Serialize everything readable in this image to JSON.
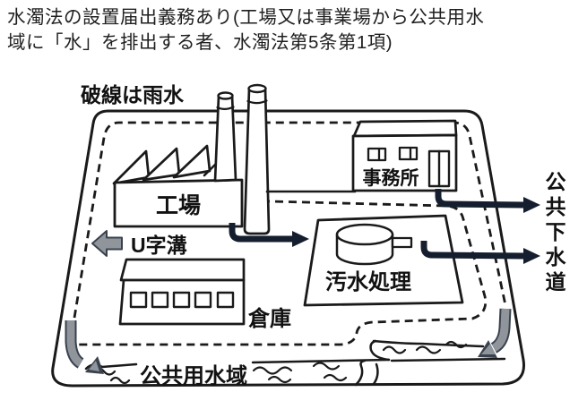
{
  "header": {
    "line1": "水濁法の設置届出義務あり(工場又は事業場から公共用水",
    "line2": "域に「水」を排出する者、水濁法第5条第1項)"
  },
  "diagram": {
    "legend_dashed": "破線は雨水",
    "labels": {
      "factory": "工場",
      "office": "事務所",
      "u_ditch": "U字溝",
      "sewage_treatment": "汚水処理",
      "warehouse": "倉庫",
      "public_water_area": "公共用水域",
      "public_sewer": "公共下水道"
    },
    "colors": {
      "line": "#1a1a1a",
      "flow_arrow_dark": "#141e2e",
      "rain_arrow_gray": "#8f959b",
      "rain_arrow_outline": "#39424d"
    }
  }
}
